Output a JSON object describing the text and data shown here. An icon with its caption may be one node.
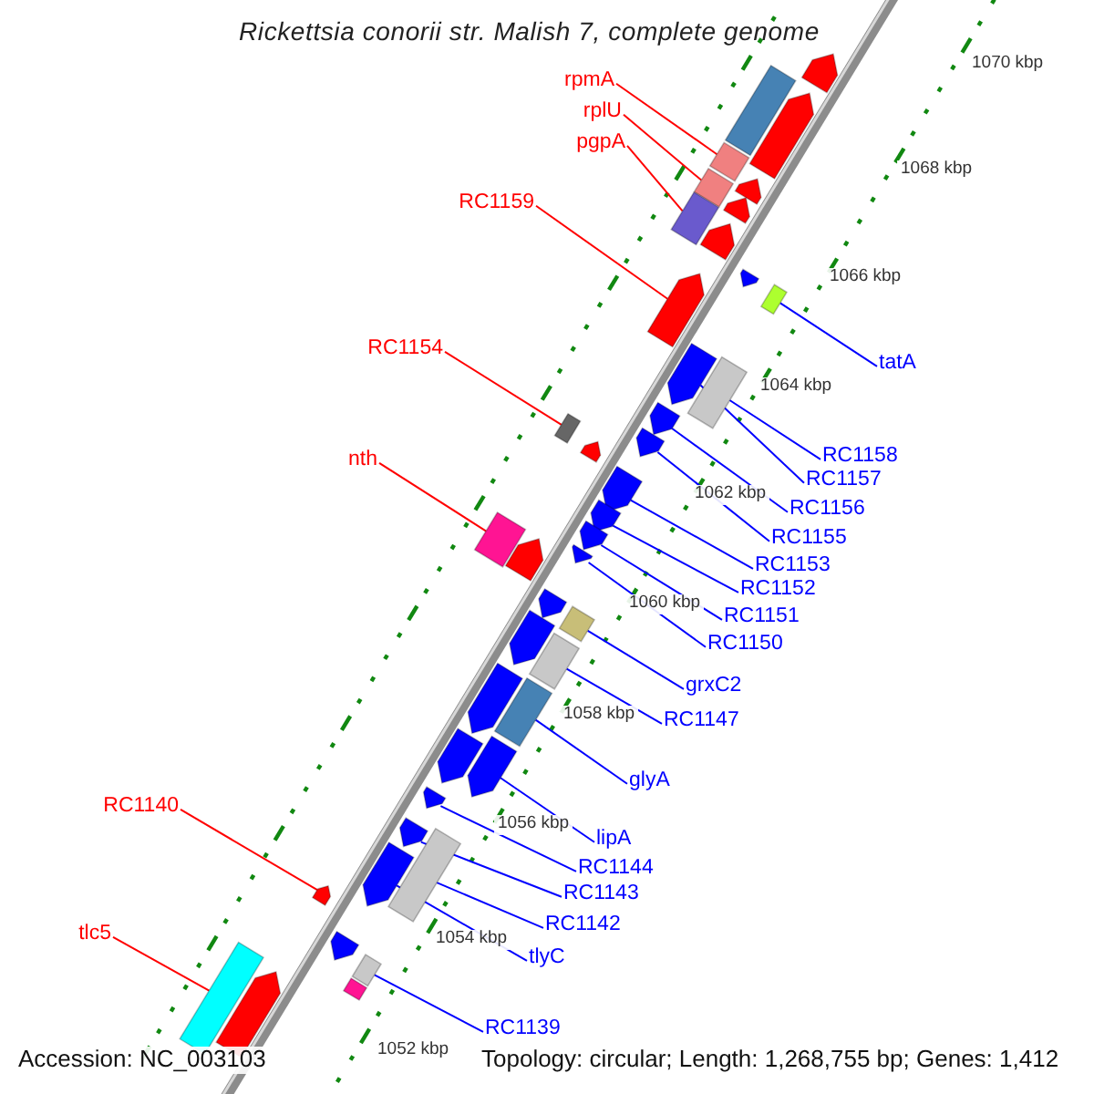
{
  "diagram": {
    "title": "Rickettsia conorii str. Malish 7, complete genome",
    "nodes": [
      {
        "text": [
          "rpmA"
        ]
      },
      {
        "text": [
          "rplU"
        ]
      },
      {
        "text": [
          "pgpA"
        ]
      },
      {
        "text": [
          "RC1159"
        ]
      },
      {
        "text": [
          "RC1154"
        ]
      },
      {
        "text": [
          "tatA"
        ]
      },
      {
        "text": [
          "RC1158"
        ]
      },
      {
        "text": [
          "nth"
        ]
      },
      {
        "text": [
          "RC1157"
        ]
      },
      {
        "text": [
          "RC1156"
        ]
      },
      {
        "text": [
          "RC1155"
        ]
      },
      {
        "text": [
          "RC1153"
        ]
      },
      {
        "text": [
          "RC1152"
        ]
      },
      {
        "text": [
          "RC1151"
        ]
      },
      {
        "text": [
          "RC1150"
        ]
      },
      {
        "text": [
          "grxC2"
        ]
      },
      {
        "text": [
          "RC1147"
        ]
      },
      {
        "text": [
          "glyA"
        ]
      },
      {
        "text": [
          "RC1140"
        ]
      },
      {
        "text": [
          "lipA"
        ]
      },
      {
        "text": [
          "RC1144"
        ]
      },
      {
        "text": [
          "RC1143"
        ]
      },
      {
        "text": [
          "RC1142"
        ]
      },
      {
        "text": [
          "tlc5"
        ]
      },
      {
        "text": [
          "tlyC"
        ]
      },
      {
        "text": [
          "RC1139"
        ]
      },
      {
        "text": [],
        "shape": "pentagon"
      },
      {
        "text": [],
        "shape": "box"
      },
      {
        "text": [],
        "shape": "pentagon"
      },
      {
        "text": [],
        "shape": "box"
      },
      {
        "text": [],
        "shape": "box"
      },
      {
        "text": [],
        "shape": "pentagon"
      },
      {
        "text": [],
        "shape": "pentagon"
      },
      {
        "text": [],
        "shape": "box"
      },
      {
        "text": [],
        "shape": "pentagon"
      },
      {
        "text": [],
        "shape": "pentagon"
      },
      {
        "text": [],
        "shape": "pentagon"
      },
      {
        "text": [],
        "shape": "box"
      },
      {
        "text": [],
        "shape": "pentagon"
      },
      {
        "text": [],
        "shape": "box"
      },
      {
        "text": [],
        "shape": "pentagon"
      },
      {
        "text": [],
        "shape": "box"
      },
      {
        "text": [],
        "shape": "pentagon"
      },
      {
        "text": [],
        "shape": "pentagon"
      },
      {
        "text": [],
        "shape": "pentagon"
      },
      {
        "text": [],
        "shape": "pentagon"
      },
      {
        "text": [],
        "shape": "box"
      },
      {
        "text": [],
        "shape": "pentagon"
      },
      {
        "text": [],
        "shape": "pentagon"
      },
      {
        "text": [],
        "shape": "pentagon"
      },
      {
        "text": [],
        "shape": "pentagon"
      },
      {
        "text": [],
        "shape": "box"
      },
      {
        "text": [],
        "shape": "pentagon"
      },
      {
        "text": [],
        "shape": "box"
      },
      {
        "text": [],
        "shape": "pentagon"
      },
      {
        "text": [],
        "shape": "box"
      },
      {
        "text": [],
        "shape": "pentagon"
      },
      {
        "text": [],
        "shape": "pentagon"
      },
      {
        "text": [],
        "shape": "pentagon"
      },
      {
        "text": [],
        "shape": "pentagon"
      },
      {
        "text": [],
        "shape": "box"
      },
      {
        "text": [],
        "shape": "pentagon"
      },
      {
        "text": [],
        "shape": "pentagon"
      },
      {
        "text": [],
        "shape": "pentagon"
      },
      {
        "text": [],
        "shape": "box"
      },
      {
        "text": [],
        "shape": "box"
      },
      {
        "text": [],
        "shape": "box"
      },
      {
        "text": [],
        "shape": "pentagon"
      }
    ],
    "edges": [
      {
        "from": 0,
        "to": 29,
        "arrow": "none",
        "color": "#ff0000"
      },
      {
        "from": 1,
        "to": 30,
        "arrow": "none",
        "color": "#ff0000"
      },
      {
        "from": 2,
        "to": 33,
        "arrow": "none",
        "color": "#ff0000"
      },
      {
        "from": 3,
        "to": 36,
        "arrow": "none",
        "color": "#ff0000"
      },
      {
        "from": 4,
        "to": 41,
        "arrow": "none",
        "color": "#ff0000"
      },
      {
        "from": 5,
        "to": 37,
        "arrow": "none"
      },
      {
        "from": 6,
        "to": 39,
        "arrow": "none"
      },
      {
        "from": 7,
        "to": 46,
        "arrow": "none",
        "color": "#ff0000"
      },
      {
        "from": 8,
        "to": 38,
        "arrow": "none"
      },
      {
        "from": 9,
        "to": 40,
        "arrow": "none"
      },
      {
        "from": 10,
        "to": 42,
        "arrow": "none"
      },
      {
        "from": 11,
        "to": 44,
        "arrow": "none"
      },
      {
        "from": 12,
        "to": 45,
        "arrow": "none"
      },
      {
        "from": 13,
        "to": 47,
        "arrow": "none"
      },
      {
        "from": 14,
        "to": 49,
        "arrow": "none"
      },
      {
        "from": 15,
        "to": 51,
        "arrow": "none"
      },
      {
        "from": 16,
        "to": 53,
        "arrow": "none"
      },
      {
        "from": 17,
        "to": 55,
        "arrow": "none"
      },
      {
        "from": 18,
        "to": 62,
        "arrow": "none",
        "color": "#ff0000"
      },
      {
        "from": 19,
        "to": 57,
        "arrow": "none"
      },
      {
        "from": 20,
        "to": 58,
        "arrow": "none"
      },
      {
        "from": 21,
        "to": 59,
        "arrow": "none"
      },
      {
        "from": 22,
        "to": 60,
        "arrow": "none"
      },
      {
        "from": 23,
        "to": 66,
        "arrow": "none",
        "color": "#ff0000"
      },
      {
        "from": 24,
        "to": 61,
        "arrow": "none"
      },
      {
        "from": 25,
        "to": 64,
        "arrow": "none"
      }
    ],
    "labels": [
      "1070 kbp",
      "1068 kbp",
      "1066 kbp",
      "1064 kbp",
      "1062 kbp",
      "1060 kbp",
      "1058 kbp",
      "1056 kbp",
      "1054 kbp",
      "1052 kbp",
      "Accession: NC_003103",
      "Topology: circular; Length: 1,268,755 bp; Genes: 1,412"
    ]
  }
}
